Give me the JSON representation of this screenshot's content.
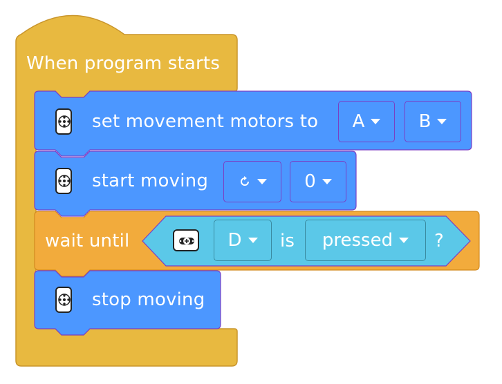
{
  "colors": {
    "events": "#E8B940",
    "events_stroke": "#C9952B",
    "motion": "#4C97FF",
    "motion_stroke": "#7A3FC5",
    "control": "#F2AB3C",
    "control_stroke": "#D38A1E",
    "sensor": "#5BC8E8",
    "sensor_stroke": "#3A8AA0"
  },
  "hat": {
    "label": "When program starts"
  },
  "blocks": {
    "set_motors": {
      "label": "set movement motors to",
      "port_a": "A",
      "port_b": "B",
      "icon": "motor-hub-icon"
    },
    "start_moving": {
      "label": "start moving",
      "direction_icon": "rotate-clockwise-icon",
      "speed": "0",
      "icon": "motor-hub-icon"
    },
    "wait_until": {
      "label": "wait until",
      "condition": {
        "sensor_icon": "force-sensor-icon",
        "port": "D",
        "is_label": "is",
        "state": "pressed",
        "question": "?"
      }
    },
    "stop_moving": {
      "label": "stop moving",
      "icon": "motor-hub-icon"
    }
  }
}
